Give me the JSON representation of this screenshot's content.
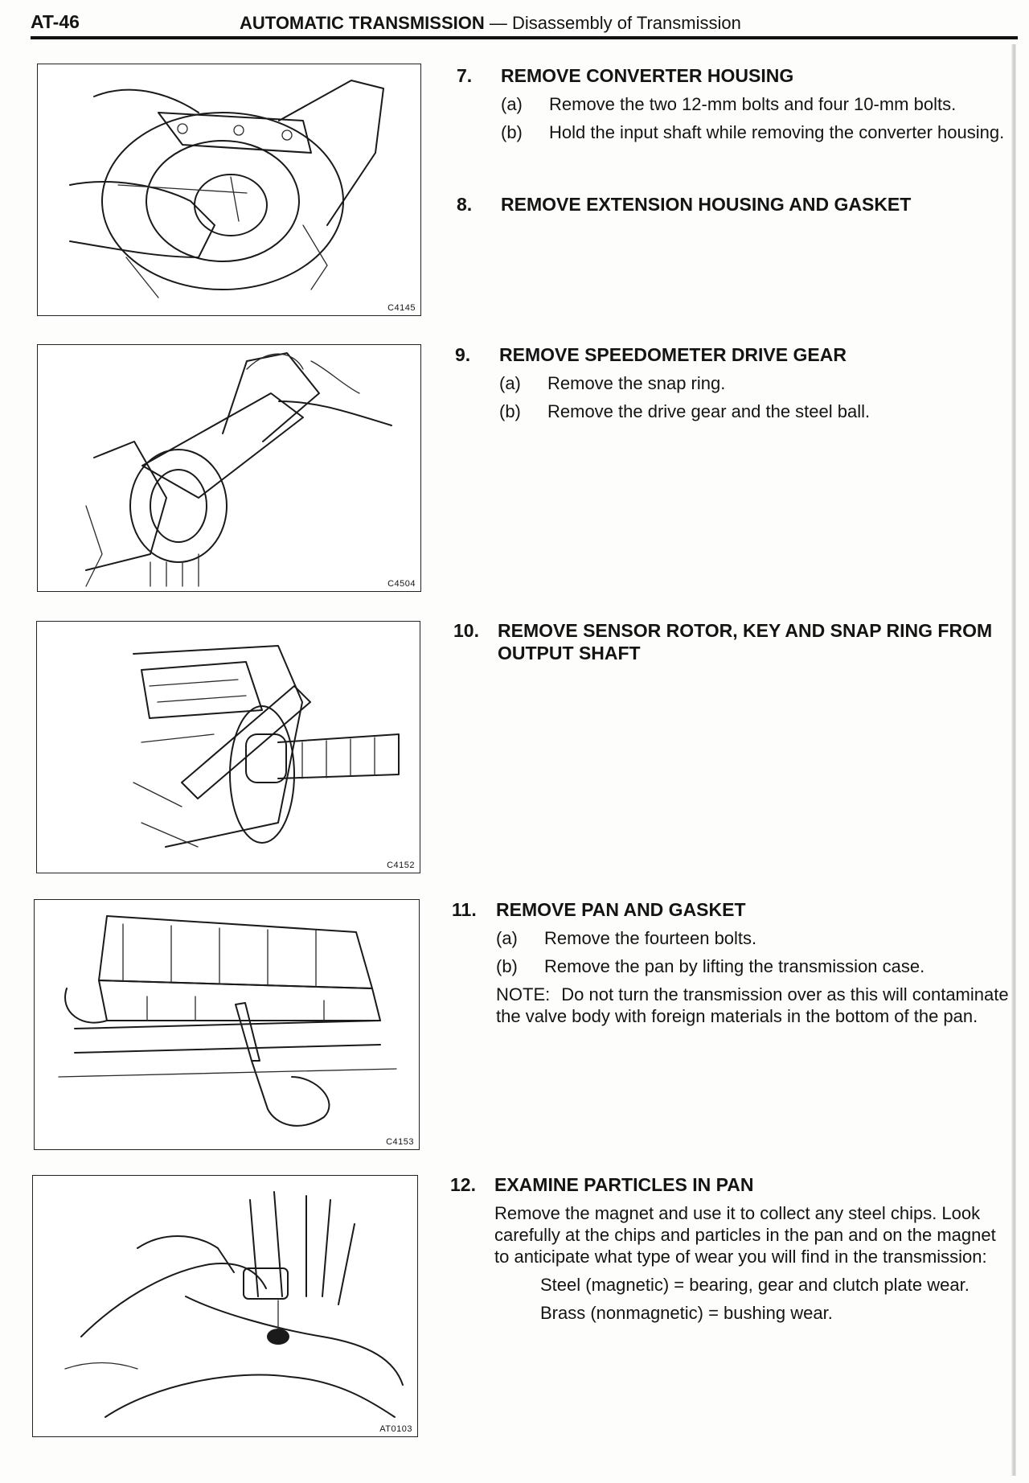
{
  "header": {
    "page_number": "AT-46",
    "title_main": "AUTOMATIC TRANSMISSION",
    "title_sub": " — Disassembly of Transmission"
  },
  "figures": [
    {
      "code": "C4145",
      "icon": "converter-housing-illustration"
    },
    {
      "code": "C4504",
      "icon": "speedometer-gear-illustration"
    },
    {
      "code": "C4152",
      "icon": "output-shaft-illustration"
    },
    {
      "code": "C4153",
      "icon": "oil-pan-illustration"
    },
    {
      "code": "AT0103",
      "icon": "magnet-particles-illustration"
    }
  ],
  "steps": {
    "s7": {
      "number": "7.",
      "heading": "REMOVE CONVERTER HOUSING",
      "a_label": "(a)",
      "a_text": "Remove the two 12-mm bolts and four 10-mm bolts.",
      "b_label": "(b)",
      "b_text": "Hold the input shaft while removing the converter housing."
    },
    "s8": {
      "number": "8.",
      "heading": "REMOVE EXTENSION HOUSING AND GASKET"
    },
    "s9": {
      "number": "9.",
      "heading": "REMOVE SPEEDOMETER DRIVE GEAR",
      "a_label": "(a)",
      "a_text": "Remove the snap ring.",
      "b_label": "(b)",
      "b_text": "Remove the drive gear and the steel ball."
    },
    "s10": {
      "number": "10.",
      "heading": "REMOVE SENSOR ROTOR, KEY AND SNAP RING FROM OUTPUT SHAFT"
    },
    "s11": {
      "number": "11.",
      "heading": "REMOVE PAN AND GASKET",
      "a_label": "(a)",
      "a_text": "Remove the fourteen bolts.",
      "b_label": "(b)",
      "b_text": "Remove the pan by lifting the transmission case.",
      "note_label": "NOTE:",
      "note_text": "Do not turn the transmission over as this will contaminate the valve body with foreign materials in the bottom of the pan."
    },
    "s12": {
      "number": "12.",
      "heading": "EXAMINE PARTICLES IN PAN",
      "body": "Remove the magnet and use it to collect any steel chips. Look carefully at the chips and particles in the pan and on the magnet to anticipate what type of wear you will find in the transmission:",
      "steel": "Steel (magnetic) = bearing, gear and clutch plate wear.",
      "brass": "Brass (nonmagnetic) = bushing wear."
    }
  }
}
